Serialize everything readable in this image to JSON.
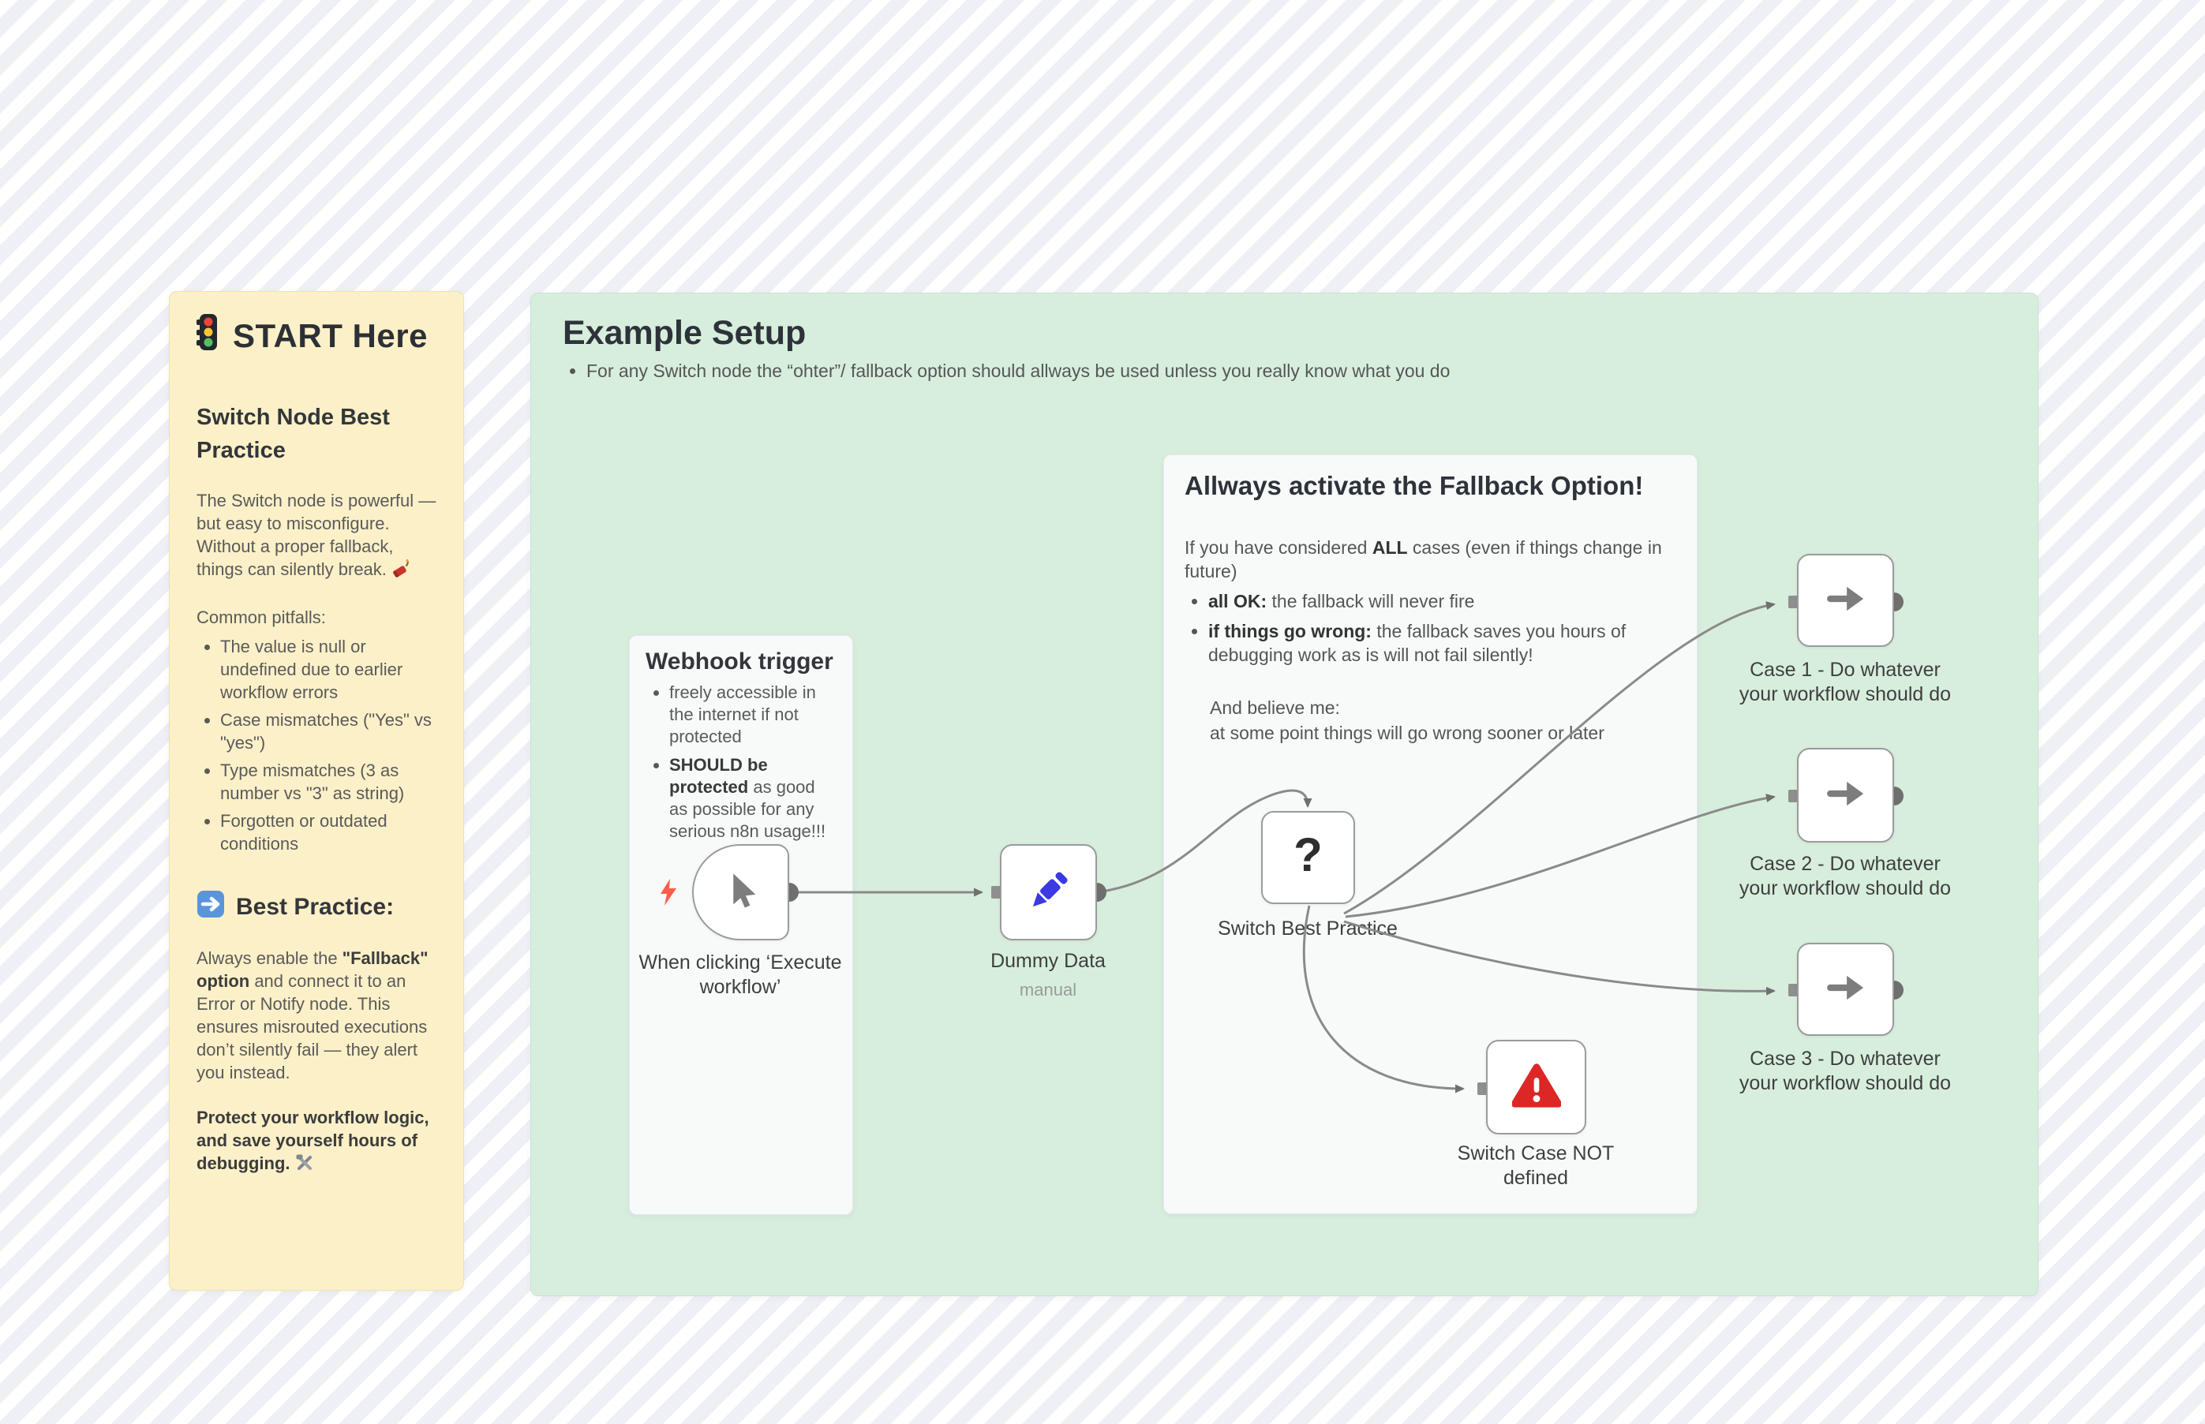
{
  "colors": {
    "canvas_stripe": "#efeff6",
    "sticky_yellow": "#fcf0c8",
    "sticky_green": "#d7eedd",
    "sticky_white": "#fafafb",
    "connector_gray": "#8a8a8a",
    "node_border_gray": "#9b9b9b",
    "pencil_blue": "#3a3ae0",
    "warning_red": "#dd2626",
    "bolt_orange": "#ff5c4c",
    "label_text": "#3f3f3f",
    "sublabel_text": "#9b9b9b"
  },
  "start_note": {
    "icon": "traffic-light-icon",
    "title": "START Here",
    "heading": "Switch Node Best Practice",
    "intro": "The Switch node is powerful — but easy to misconfigure. Without a proper fallback, things can silently break.",
    "intro_icon": "dynamite-icon",
    "pitfalls_label": "Common pitfalls:",
    "pitfalls": [
      "The value is null or undefined due to earlier workflow errors",
      "Case mismatches (\"Yes\" vs \"yes\")",
      "Type mismatches (3 as number vs \"3\" as string)",
      "Forgotten or outdated conditions"
    ],
    "practice_icon": "arrow-right-emoji-icon",
    "practice_heading": "Best Practice:",
    "practice": {
      "pre": "Always enable the ",
      "bold": "\"Fallback\" option",
      "post": " and connect it to an Error or Notify node. This ensures misrouted executions don’t silently fail — they alert you instead."
    },
    "protect": "Protect your workflow logic, and save yourself hours of debugging.",
    "protect_icon": "tools-icon"
  },
  "example_note": {
    "title": "Example Setup",
    "bullet": "For any Switch node the “ohter”/ fallback option should allways be used unless you really know what you do"
  },
  "webhook_note": {
    "title": "Webhook trigger",
    "bullet1": "freely accessible in the internet if not protected",
    "bullet2_bold": "SHOULD be protected",
    "bullet2_post": " as good as possible for any serious n8n usage!!!"
  },
  "fallback_note": {
    "title": "Allways activate the Fallback Option!",
    "intro_pre": "If you have considered ",
    "intro_bold": "ALL",
    "intro_post": " cases (even if things change in future)",
    "bullet1_bold": "all OK:",
    "bullet1_post": " the fallback will never fire",
    "bullet2_bold": "if things go wrong:",
    "bullet2_post": " the fallback saves you hours of debugging work as is will not fail silently!",
    "note_line1": "And believe me:",
    "note_line2": "at some point things will go wrong sooner or later"
  },
  "nodes": {
    "trigger": {
      "icon": "cursor-icon",
      "label_line1": "When clicking ‘Execute",
      "label_line2": "workflow’"
    },
    "dummy": {
      "icon": "pencil-icon",
      "label": "Dummy Data",
      "sublabel": "manual"
    },
    "switch": {
      "icon": "question-mark-icon",
      "glyph": "?",
      "label": "Switch Best Practice"
    },
    "case1": {
      "icon": "arrow-right-icon",
      "label_line1": "Case 1 - Do whatever",
      "label_line2": "your workflow should do"
    },
    "case2": {
      "icon": "arrow-right-icon",
      "label_line1": "Case 2 - Do whatever",
      "label_line2": "your workflow should do"
    },
    "case3": {
      "icon": "arrow-right-icon",
      "label_line1": "Case 3 - Do whatever",
      "label_line2": "your workflow should do"
    },
    "fallback_case": {
      "icon": "warning-icon",
      "label_line1": "Switch Case NOT",
      "label_line2": "defined"
    }
  }
}
